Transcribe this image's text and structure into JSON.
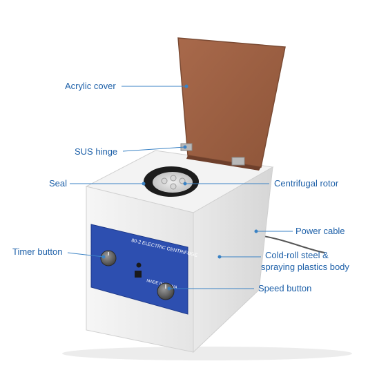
{
  "labels": {
    "acrylic_cover": "Acrylic cover",
    "sus_hinge": "SUS hinge",
    "seal": "Seal",
    "centrifugal_rotor": "Centrifugal rotor",
    "power_cable": "Power cable",
    "body_line1": "Cold-roll steel &",
    "body_line2": "spraying plastics body",
    "timer_button": "Timer button",
    "speed_button": "Speed button"
  },
  "panel": {
    "model_title": "80-2 ELECTRIC CENTRIFUGE",
    "made_in": "MADE IN CHINA"
  },
  "colors": {
    "label_text": "#1c5fa8",
    "leader_line": "#3a82c4",
    "panel_blue": "#2d4fb0",
    "cover_brown": "#a0664a",
    "body_white": "#f2f2f2"
  }
}
